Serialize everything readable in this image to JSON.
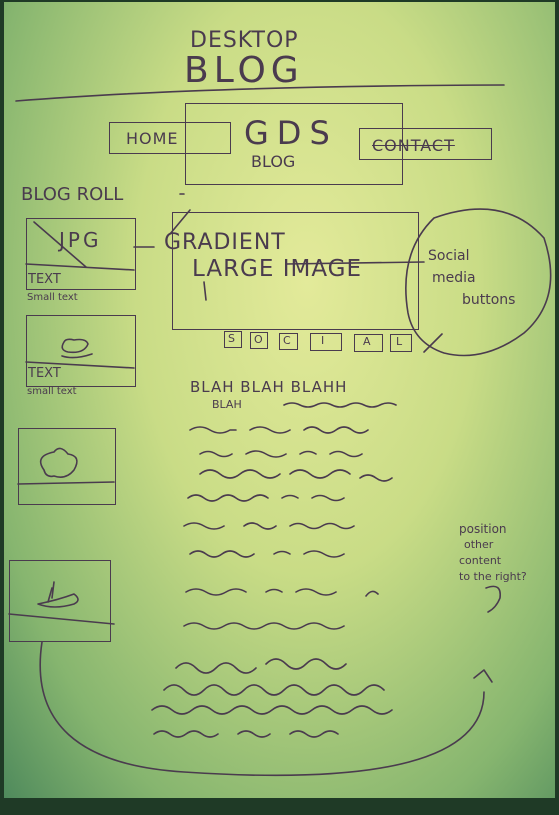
{
  "page_title": [
    "DESKTOP",
    "BLOG"
  ],
  "nav": {
    "home": "HOME",
    "logo_line1": "GDS",
    "logo_line2": "BLOG",
    "contact": "CONTACT"
  },
  "sidebar": {
    "heading": "BLOG ROLL",
    "thumbnails": [
      {
        "image": "JPG",
        "text": "TEXT",
        "small": "Small text"
      },
      {
        "image": "",
        "text": "TEXT",
        "small": "small text"
      },
      {
        "image": "",
        "text": "",
        "small": ""
      },
      {
        "image": "",
        "text": "",
        "small": ""
      }
    ]
  },
  "hero": {
    "label_gradient": "GRADIENT",
    "label_image": "LARGE IMAGE",
    "social_buttons": [
      "S",
      "O",
      "C",
      "I",
      "A",
      "L"
    ]
  },
  "notes": {
    "social": [
      "Social",
      "media",
      "buttons"
    ],
    "position": [
      "position",
      "other",
      "content",
      "to the right?"
    ]
  },
  "body_text": {
    "line1": "BLAH BLAH BLAHH",
    "line2": "BLAH"
  },
  "colors": {
    "paper": "#d2e08c",
    "ink": "#4a3b4e"
  }
}
